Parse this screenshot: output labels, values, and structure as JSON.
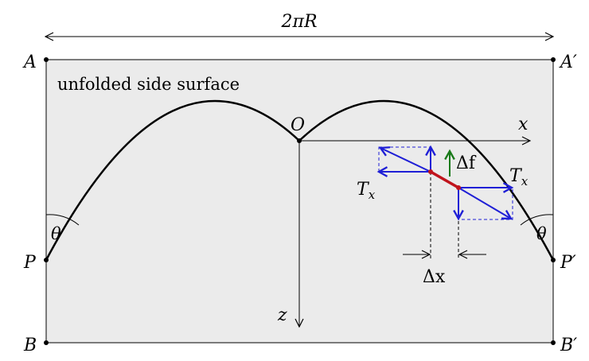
{
  "labels": {
    "width": "2πR",
    "A": "A",
    "A_prime": "A′",
    "B": "B",
    "B_prime": "B′",
    "P": "P",
    "P_prime": "P′",
    "O": "O",
    "x_axis": "x",
    "z_axis": "z",
    "theta_left": "θ",
    "theta_right": "θ",
    "surface": "unfolded side surface",
    "T_x_left": "T",
    "T_x_left_sub": "x",
    "T_x_right": "T",
    "T_x_right_sub": "x",
    "delta_f": "Δf",
    "delta_x": "Δx"
  },
  "colors": {
    "surface_fill": "#ebebeb",
    "curve": "#000000",
    "segment": "#c0141c",
    "tension_vector": "#1f1fd6",
    "force_vector": "#1a7a1a"
  }
}
